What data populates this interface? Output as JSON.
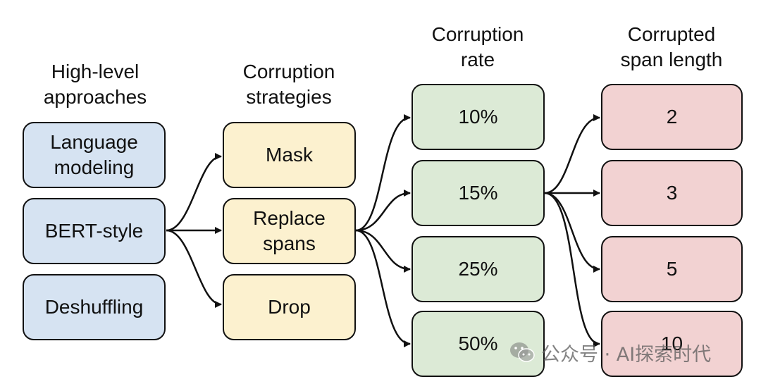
{
  "columns": {
    "approaches": {
      "header": "High-level\napproaches",
      "items": [
        "Language\nmodeling",
        "BERT-style",
        "Deshuffling"
      ]
    },
    "strategies": {
      "header": "Corruption\nstrategies",
      "items": [
        "Mask",
        "Replace\nspans",
        "Drop"
      ]
    },
    "rates": {
      "header": "Corruption\nrate",
      "items": [
        "10%",
        "15%",
        "25%",
        "50%"
      ]
    },
    "span_lengths": {
      "header": "Corrupted\nspan length",
      "items": [
        "2",
        "3",
        "5",
        "10"
      ]
    }
  },
  "watermark": {
    "text": "公众号 · AI探索时代",
    "icon": "wechat-icon"
  },
  "colors": {
    "approaches": "#d6e3f2",
    "strategies": "#fcf1cf",
    "rates": "#dcead6",
    "span_lengths": "#f2d2d2",
    "border": "#111111"
  }
}
